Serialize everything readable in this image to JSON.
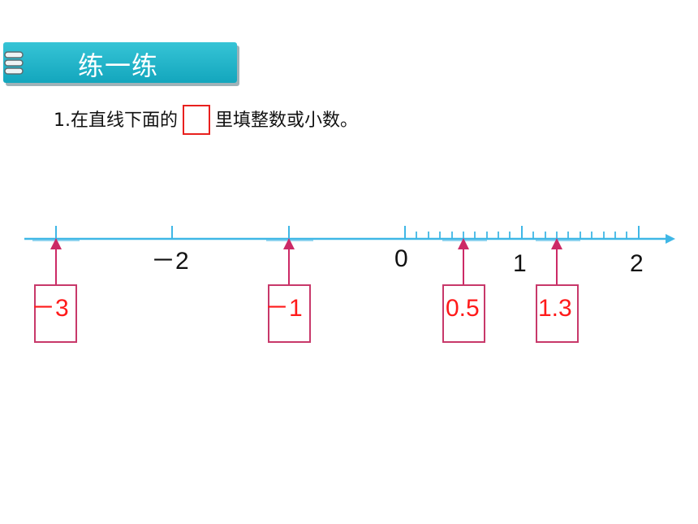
{
  "header": {
    "title": "练一练"
  },
  "instruction": {
    "prefix": "1.在直线下面的",
    "suffix": "里填整数或小数。"
  },
  "number_line": {
    "labels": [
      "－2",
      "0",
      "1",
      "2"
    ],
    "answers": [
      "－3",
      "－1",
      "0.5",
      "1.3"
    ]
  },
  "colors": {
    "header": "#19aec3",
    "axis": "#3fb7e6",
    "arrow": "#cc2a66",
    "answer_box": "#c8386a",
    "answer_text": "#ff1a1a"
  }
}
